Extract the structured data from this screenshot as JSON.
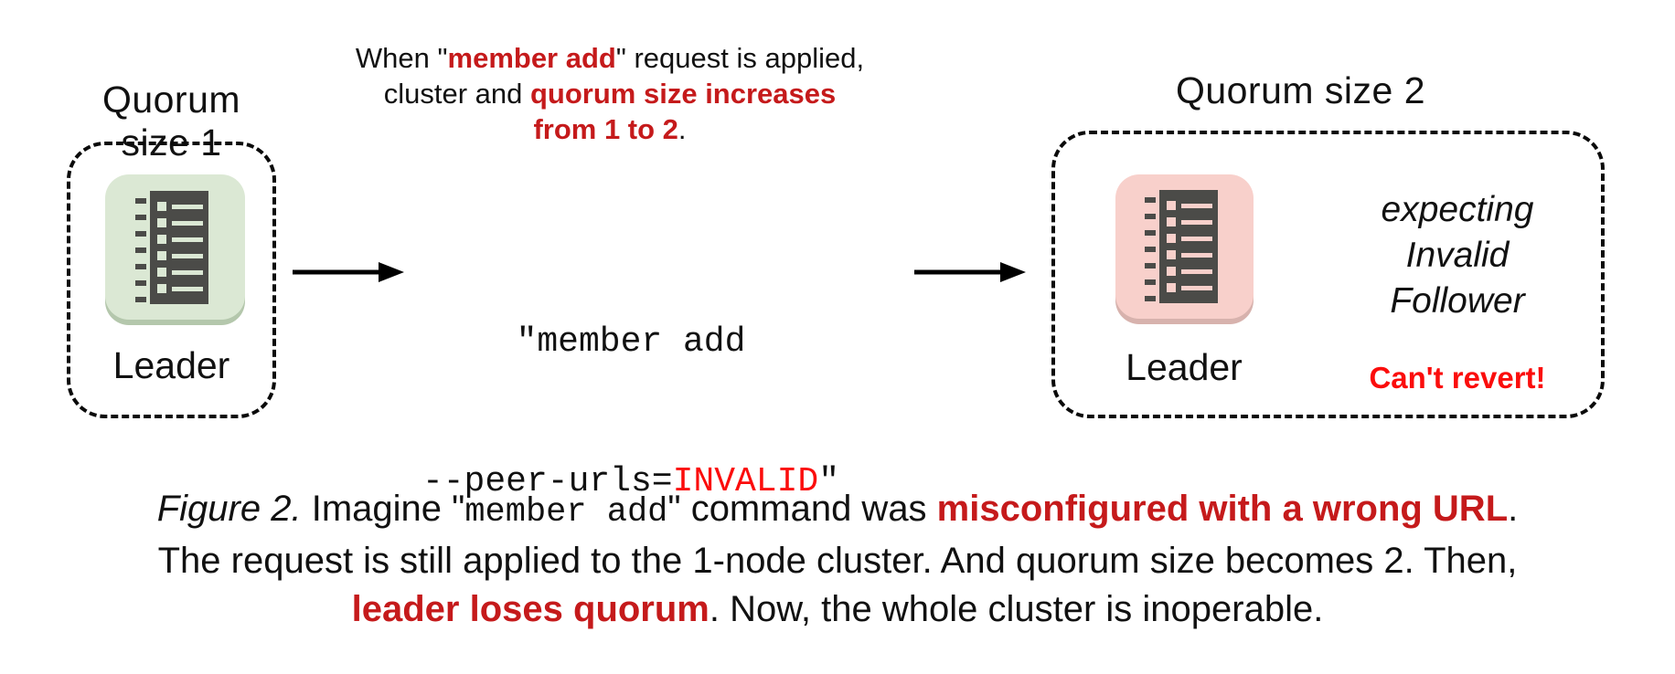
{
  "colors": {
    "red": "#c51a1b",
    "bright_red": "#fb0d0c",
    "black": "#111111",
    "green_bg": "#dbe8d4",
    "green_shadow": "#b4c7ac",
    "pink_bg": "#f8d0cb",
    "pink_shadow": "#d7b2ad",
    "icon_dark": "#4b4b48"
  },
  "left_cluster": {
    "title": "Quorum size 1",
    "node_label": "Leader"
  },
  "annotation": {
    "line1": {
      "pre": "When \"",
      "em": "member add",
      "post": "\" request is applied,"
    },
    "line2": {
      "pre": "cluster and ",
      "em": "quorum size increases"
    },
    "line3": {
      "em": "from 1 to 2",
      "post": "."
    }
  },
  "command": {
    "line1": "\"member add",
    "line2_flag": "--peer-urls=",
    "line2_value": "INVALID",
    "line2_quote": "\""
  },
  "right_cluster": {
    "title": "Quorum size 2",
    "node_label": "Leader",
    "expecting": [
      "expecting",
      "Invalid",
      "Follower"
    ],
    "warning": "Can't revert!"
  },
  "caption": {
    "line1": {
      "fig": "Figure 2.",
      "pre": " Imagine \"",
      "cmd": "member add",
      "mid": "\" command was ",
      "em": "misconfigured with a wrong URL",
      "post": "."
    },
    "line2": "The request is still applied to the 1-node cluster. And quorum size becomes 2. Then,",
    "line3": {
      "em": "leader loses quorum",
      "post": ". Now, the whole cluster is inoperable."
    }
  }
}
